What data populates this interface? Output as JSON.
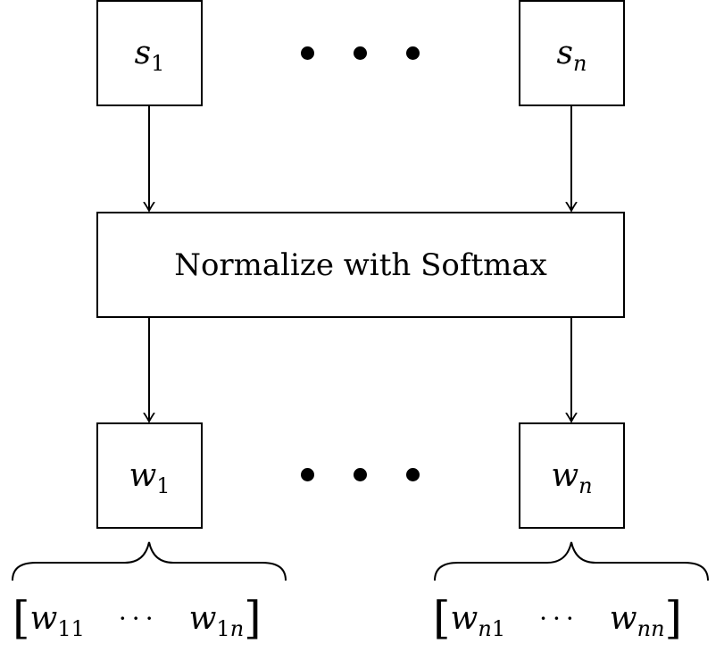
{
  "top_nodes": {
    "first": {
      "base": "s",
      "sub": "1"
    },
    "last": {
      "base": "s",
      "sub": "n"
    }
  },
  "softmax": {
    "label": "Normalize with Softmax"
  },
  "bottom_nodes": {
    "first": {
      "base": "w",
      "sub": "1"
    },
    "last": {
      "base": "w",
      "sub": "n"
    }
  },
  "vectors": {
    "first": {
      "open": "[",
      "e1_base": "w",
      "e1_sub": "11",
      "ellipsis": "···",
      "e2_base": "w",
      "e2_sub_a": "1",
      "e2_sub_b": "n",
      "close": "]"
    },
    "last": {
      "open": "[",
      "e1_base": "w",
      "e1_sub_a": "n",
      "e1_sub_b": "1",
      "ellipsis": "···",
      "e2_base": "w",
      "e2_sub": "nn",
      "close": "]"
    }
  }
}
